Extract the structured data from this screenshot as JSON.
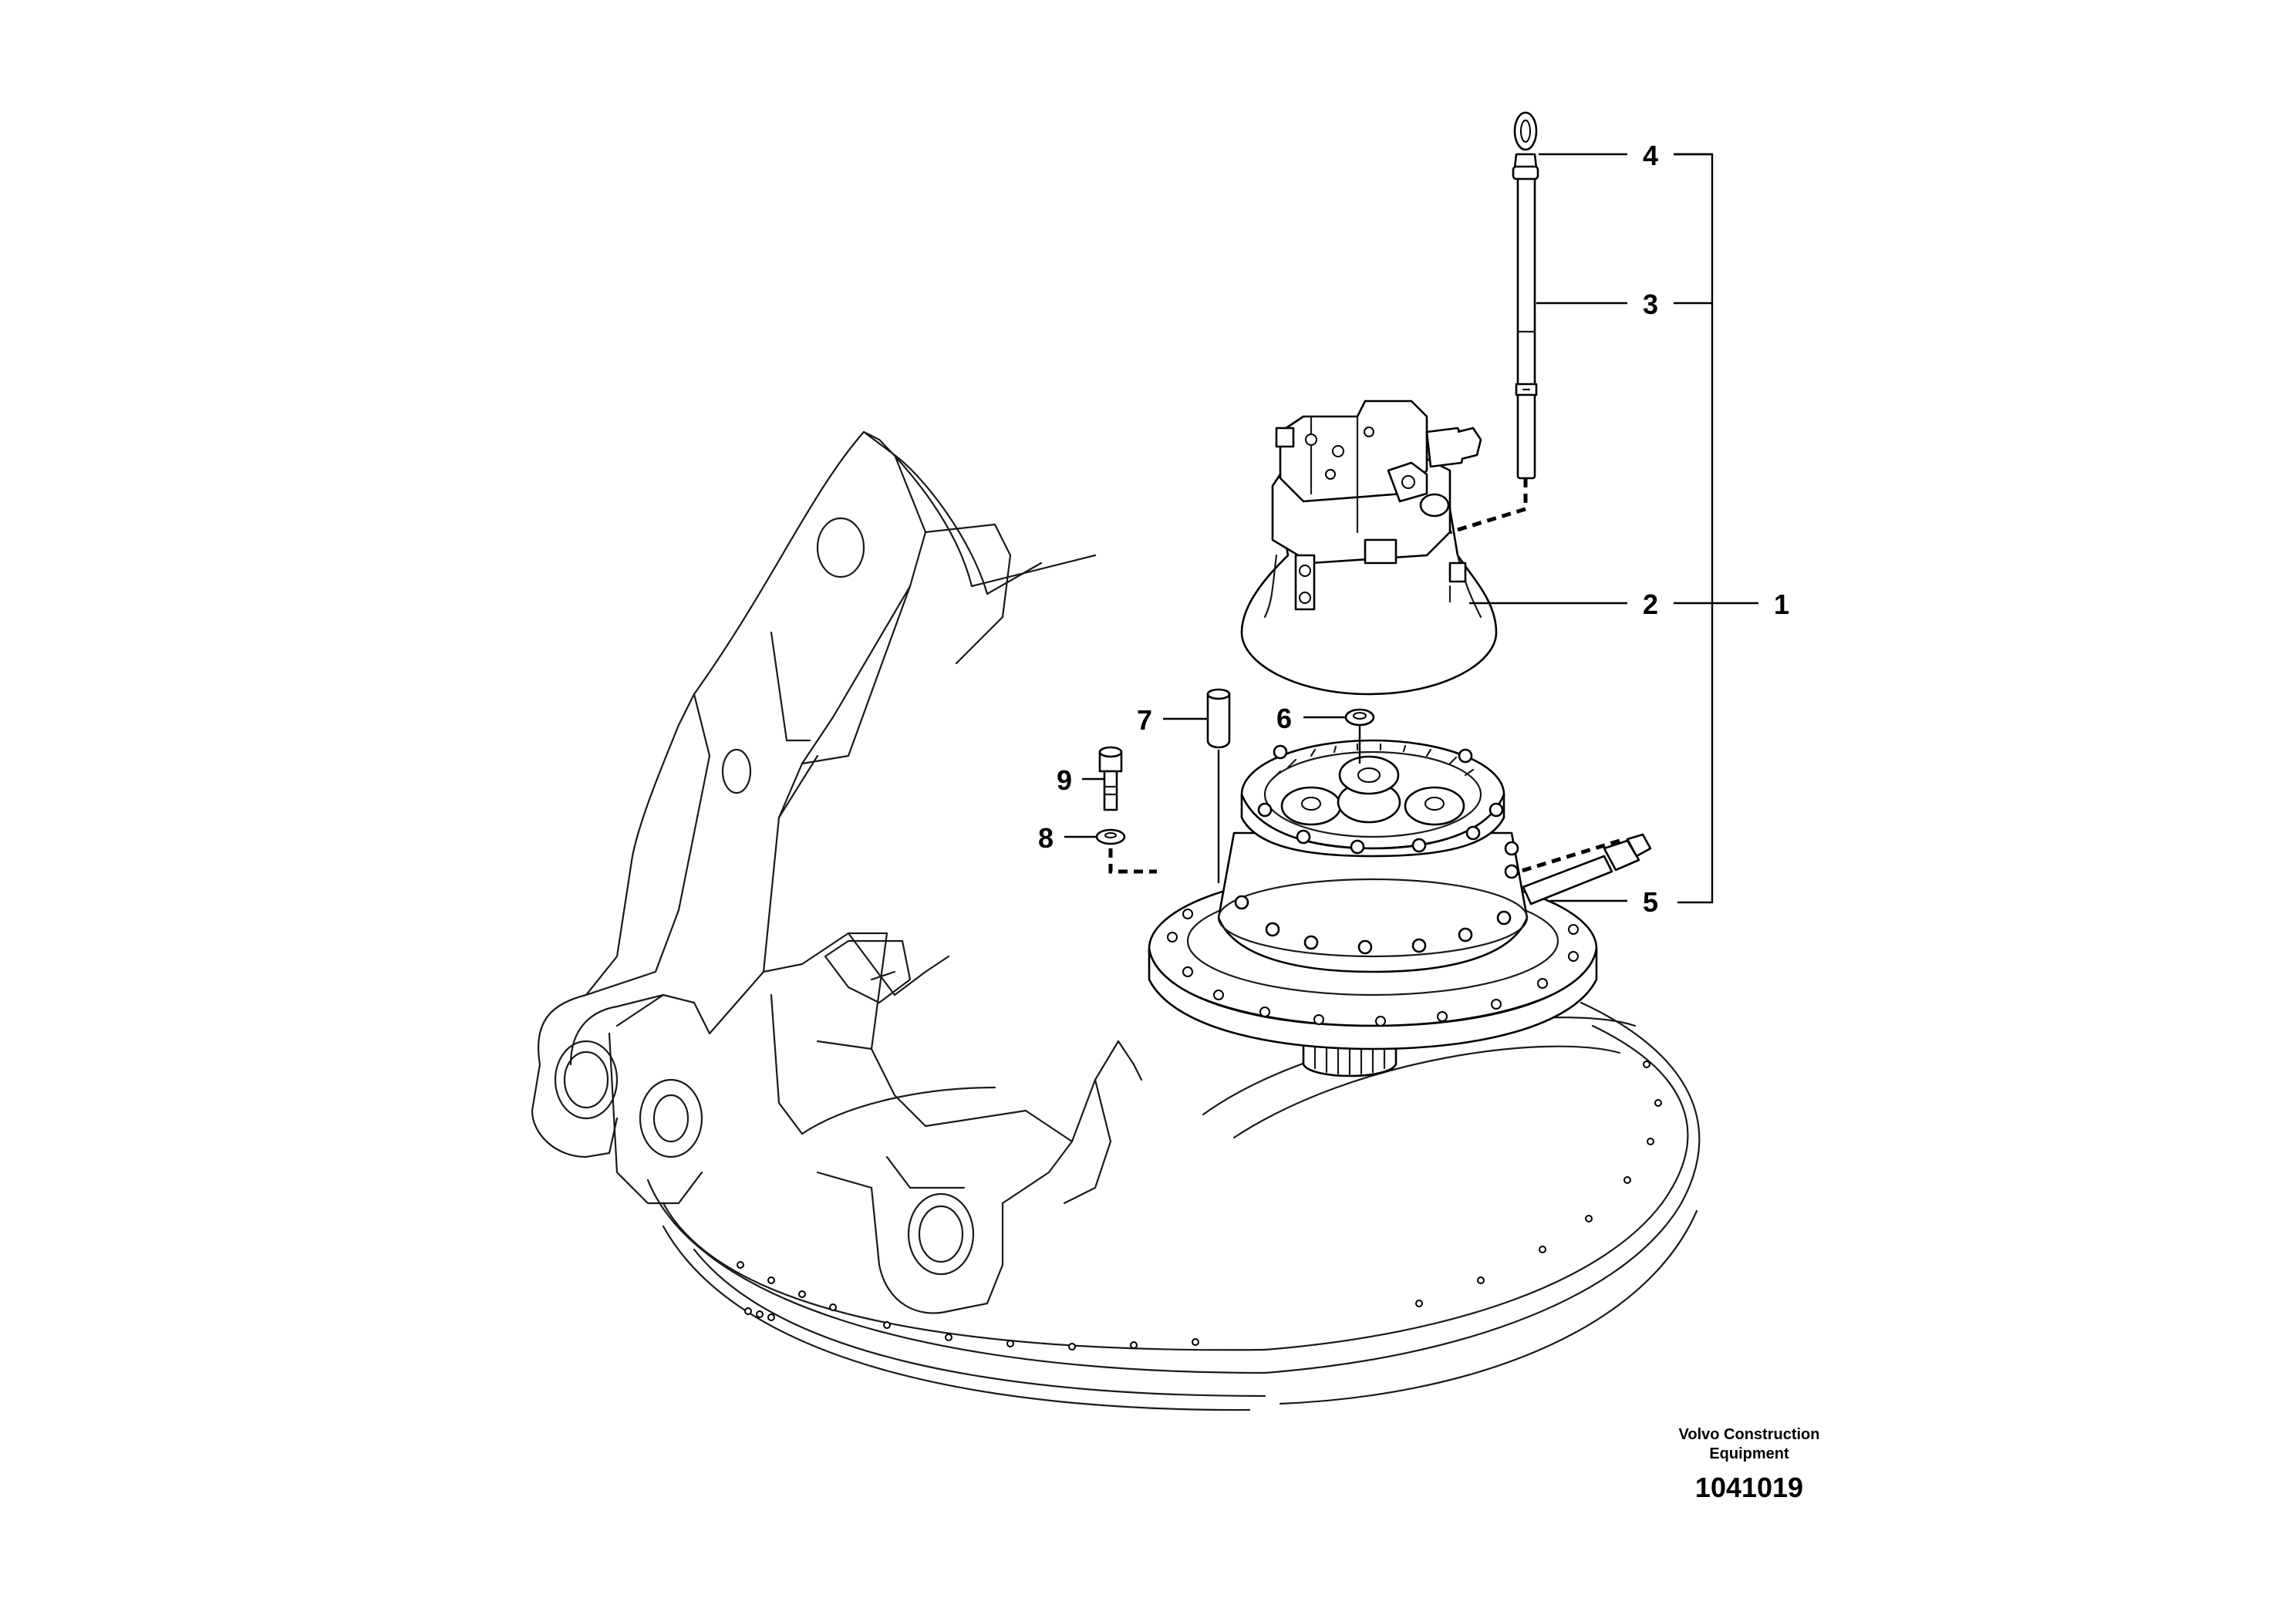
{
  "callouts": [
    {
      "id": "1",
      "label": "1"
    },
    {
      "id": "2",
      "label": "2"
    },
    {
      "id": "3",
      "label": "3"
    },
    {
      "id": "4",
      "label": "4"
    },
    {
      "id": "5",
      "label": "5"
    },
    {
      "id": "6",
      "label": "6"
    },
    {
      "id": "7",
      "label": "7"
    },
    {
      "id": "8",
      "label": "8"
    },
    {
      "id": "9",
      "label": "9"
    }
  ],
  "credit": {
    "line1": "Volvo Construction",
    "line2": "Equipment",
    "number": "1041019"
  }
}
